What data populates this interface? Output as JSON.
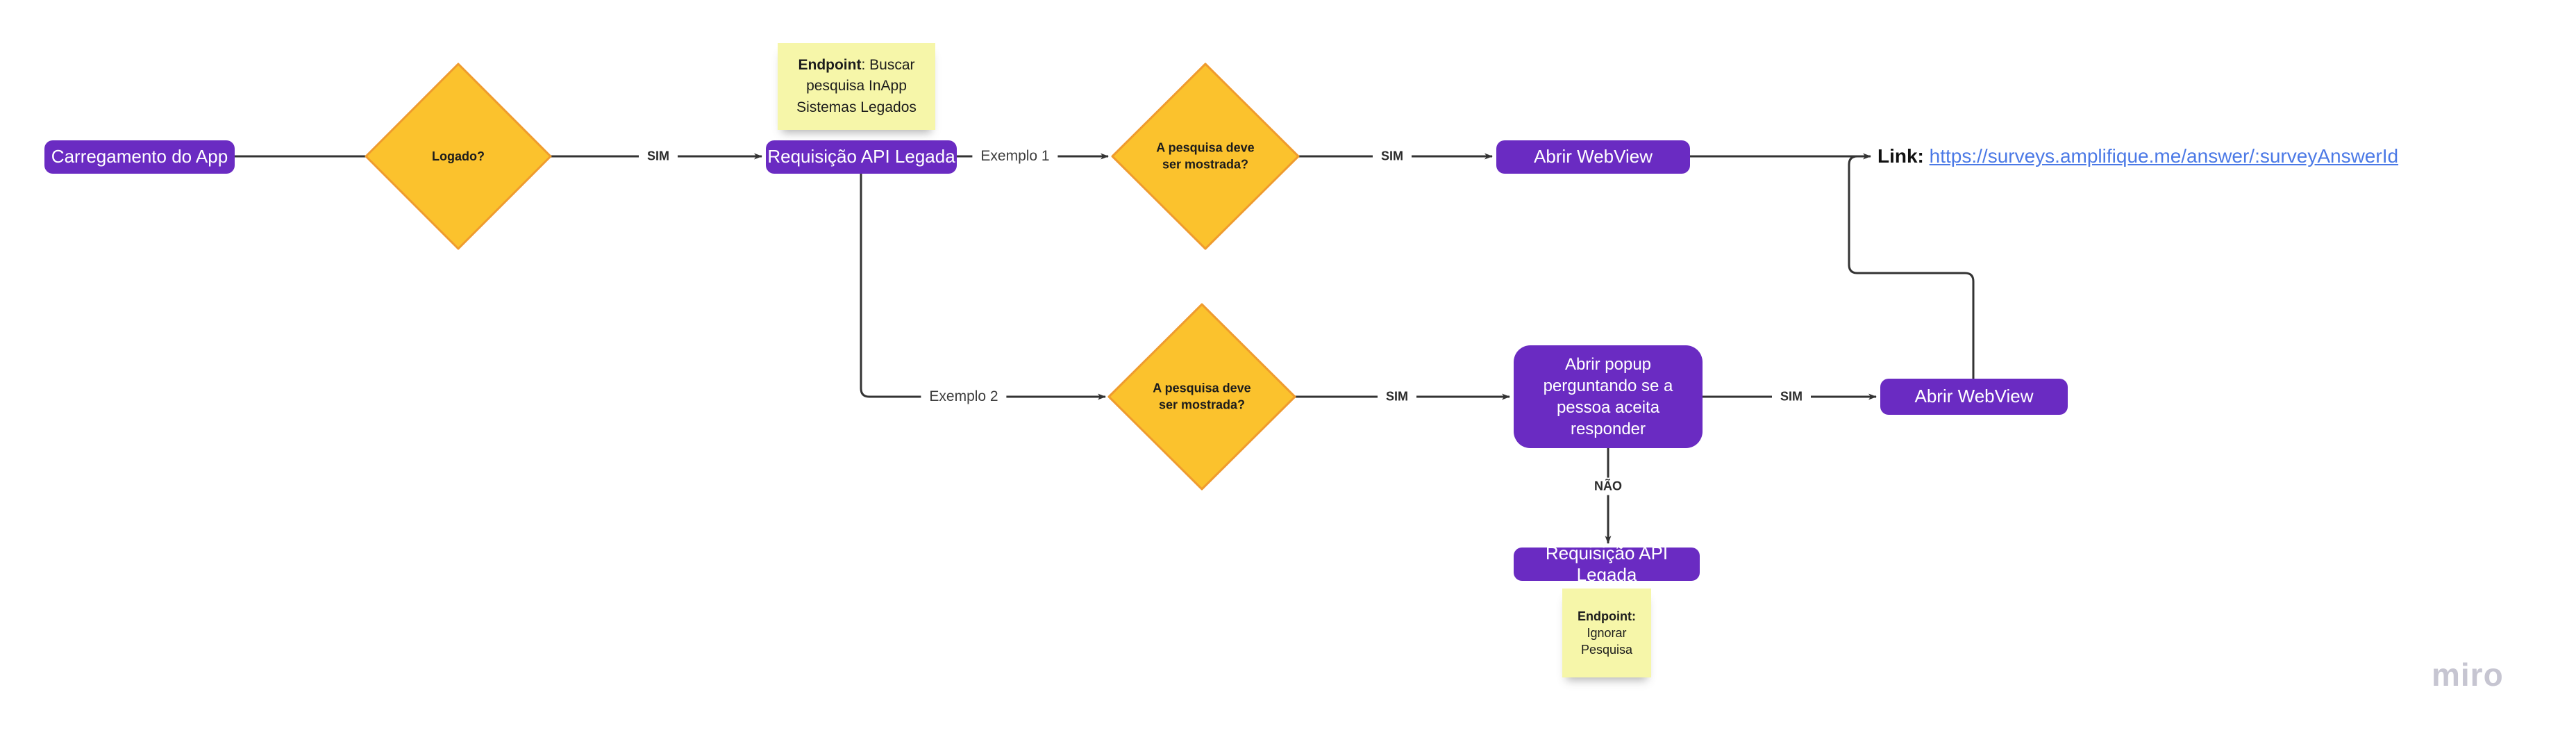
{
  "app": {
    "watermark": "miro"
  },
  "colors": {
    "node_purple": "#6A2BC2",
    "node_text": "#ffffff",
    "diamond_fill": "#FBC22D",
    "diamond_stroke": "#EF9B2E",
    "sticky_yellow": "#F6F6A9",
    "connector": "#333333",
    "link_blue": "#4B79E6",
    "watermark_gray": "#C6C5D1",
    "background": "#ffffff"
  },
  "flowchart": {
    "nodes": {
      "carregamento": {
        "label": "Carregamento do App"
      },
      "logado": {
        "label": "Logado?"
      },
      "requisicao_api_1": {
        "label": "Requisição API Legada"
      },
      "pesquisa_1": {
        "label": "A pesquisa deve ser mostrada?"
      },
      "webview_1": {
        "label": "Abrir WebView"
      },
      "pesquisa_2": {
        "label": "A pesquisa deve ser mostrada?"
      },
      "popup": {
        "label": "Abrir popup perguntando se a pessoa aceita responder"
      },
      "webview_2": {
        "label": "Abrir WebView"
      },
      "requisicao_api_2": {
        "label": "Requisição API Legada"
      }
    },
    "stickies": {
      "buscar": {
        "bold": "Endpoint",
        "text": ": Buscar pesquisa InApp Sistemas Legados"
      },
      "ignorar": {
        "bold": "Endpoint:",
        "text": "Ignorar Pesquisa"
      }
    },
    "edge_labels": {
      "sim_logado": "SIM",
      "exemplo_1": "Exemplo 1",
      "sim_pesquisa_1": "SIM",
      "exemplo_2": "Exemplo 2",
      "sim_pesquisa_2": "SIM",
      "sim_popup": "SIM",
      "nao_popup": "NÃO"
    },
    "link": {
      "label": "Link:",
      "url": "https://surveys.amplifique.me/answer/:surveyAnswerId"
    }
  }
}
